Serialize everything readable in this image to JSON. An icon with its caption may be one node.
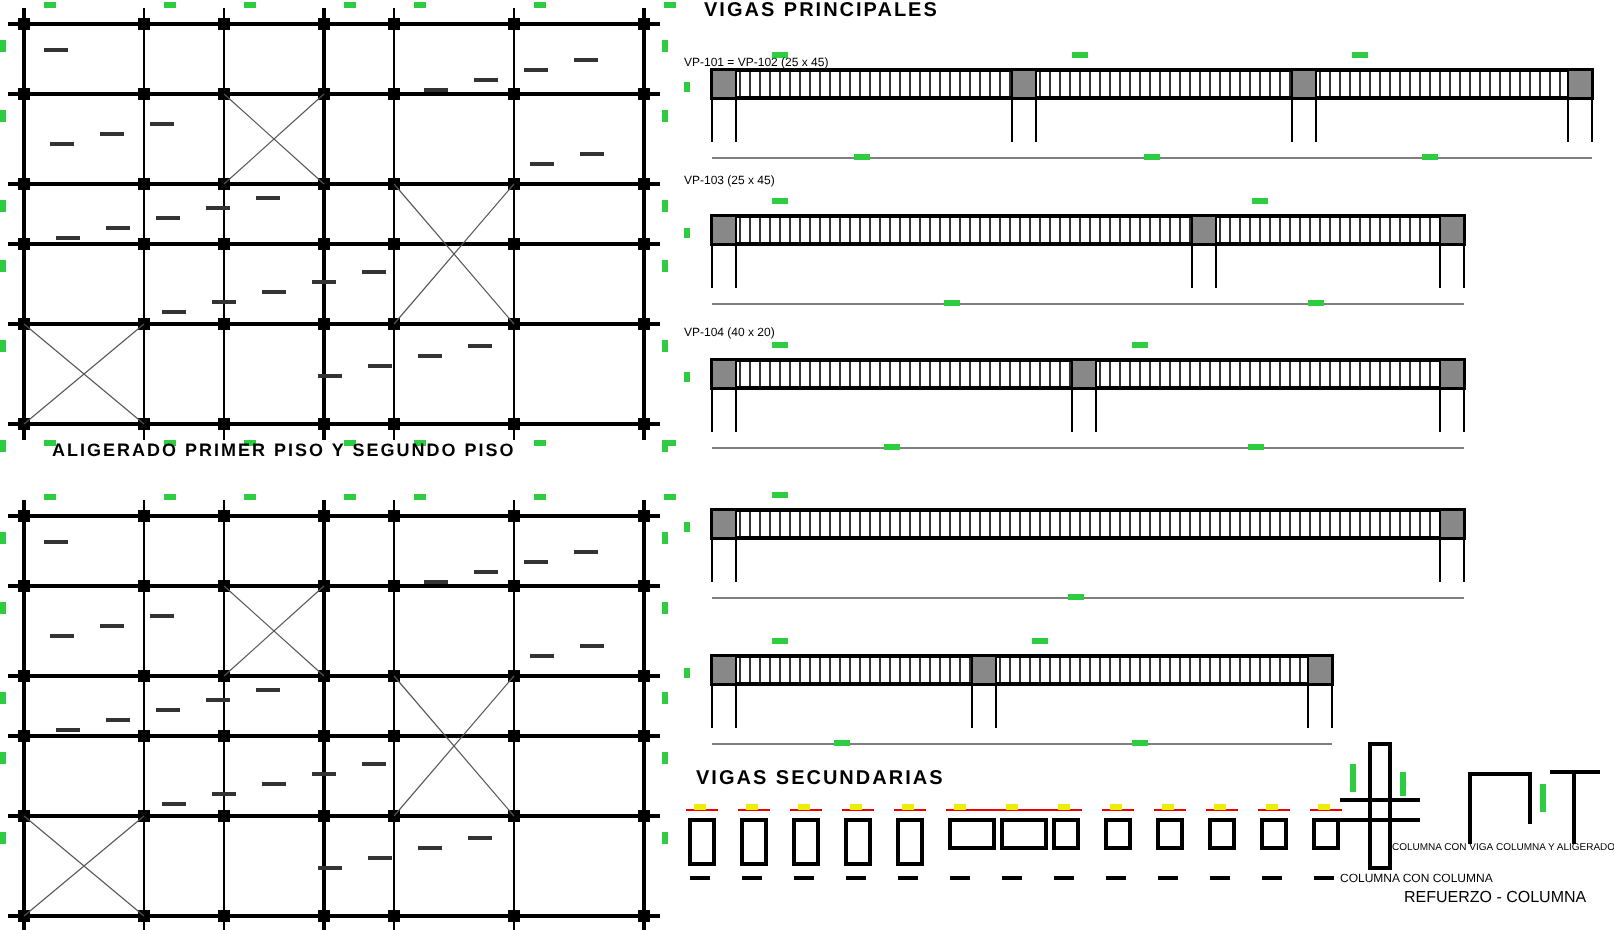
{
  "diagram": {
    "labels": [
      "VIGAS PRINCIPALES",
      "VP-101 = VP-102 (25 x 45)",
      "VP-103 (25 x 45)",
      "VP-104 (40 x 20)",
      "ALIGERADO PRIMER PISO Y SEGUNDO PISO",
      "VIGAS SECUNDARIAS",
      "COLUMNA CON COLUMNA",
      "COLUMNA CON VIGA",
      "COLUMNA Y ALIGERADO",
      "REFUERZO - COLUMNA"
    ]
  }
}
